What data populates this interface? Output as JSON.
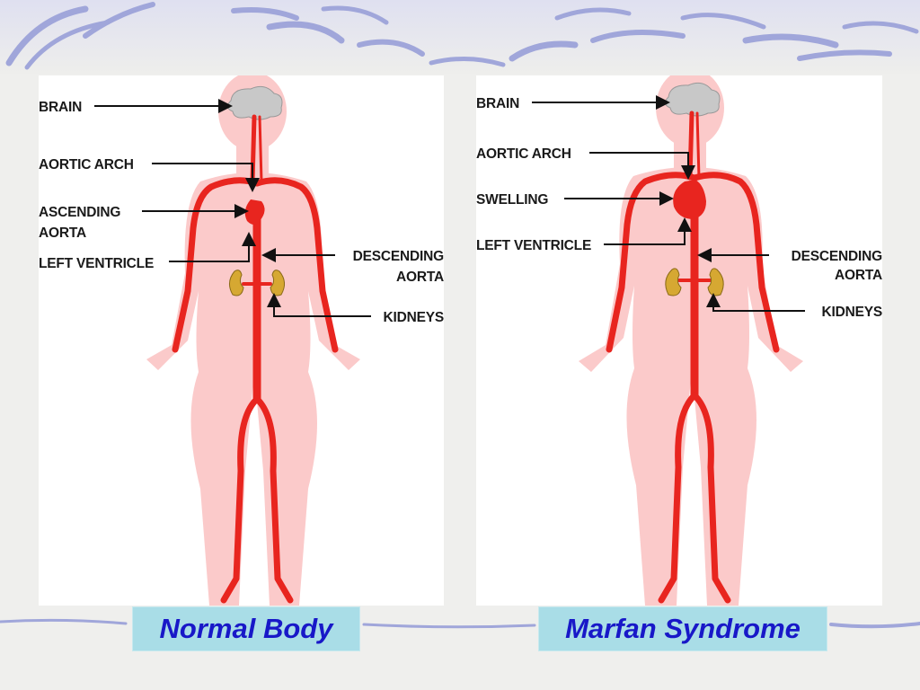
{
  "panels": [
    {
      "labels": {
        "brain": "BRAIN",
        "aortic_arch": "AORTIC ARCH",
        "ascending_1": "ASCENDING",
        "ascending_2": "AORTA",
        "left_ventricle": "LEFT VENTRICLE",
        "descending_1": "DESCENDING",
        "descending_2": "AORTA",
        "kidneys": "KIDNEYS"
      },
      "caption": "Normal Body"
    },
    {
      "labels": {
        "brain": "BRAIN",
        "aortic_arch": "AORTIC ARCH",
        "swelling": "SWELLING",
        "left_ventricle": "LEFT VENTRICLE",
        "descending_1": "DESCENDING",
        "descending_2": "AORTA",
        "kidneys": "KIDNEYS"
      },
      "caption": "Marfan Syndrome"
    }
  ],
  "colors": {
    "body_fill": "#fbcaca",
    "artery": "#e8251f",
    "brain": "#c8c8c8",
    "kidney": "#d6a832",
    "caption_bg": "#a9dde7",
    "caption_text": "#1818c8",
    "swirl": "#9aa0d8"
  }
}
